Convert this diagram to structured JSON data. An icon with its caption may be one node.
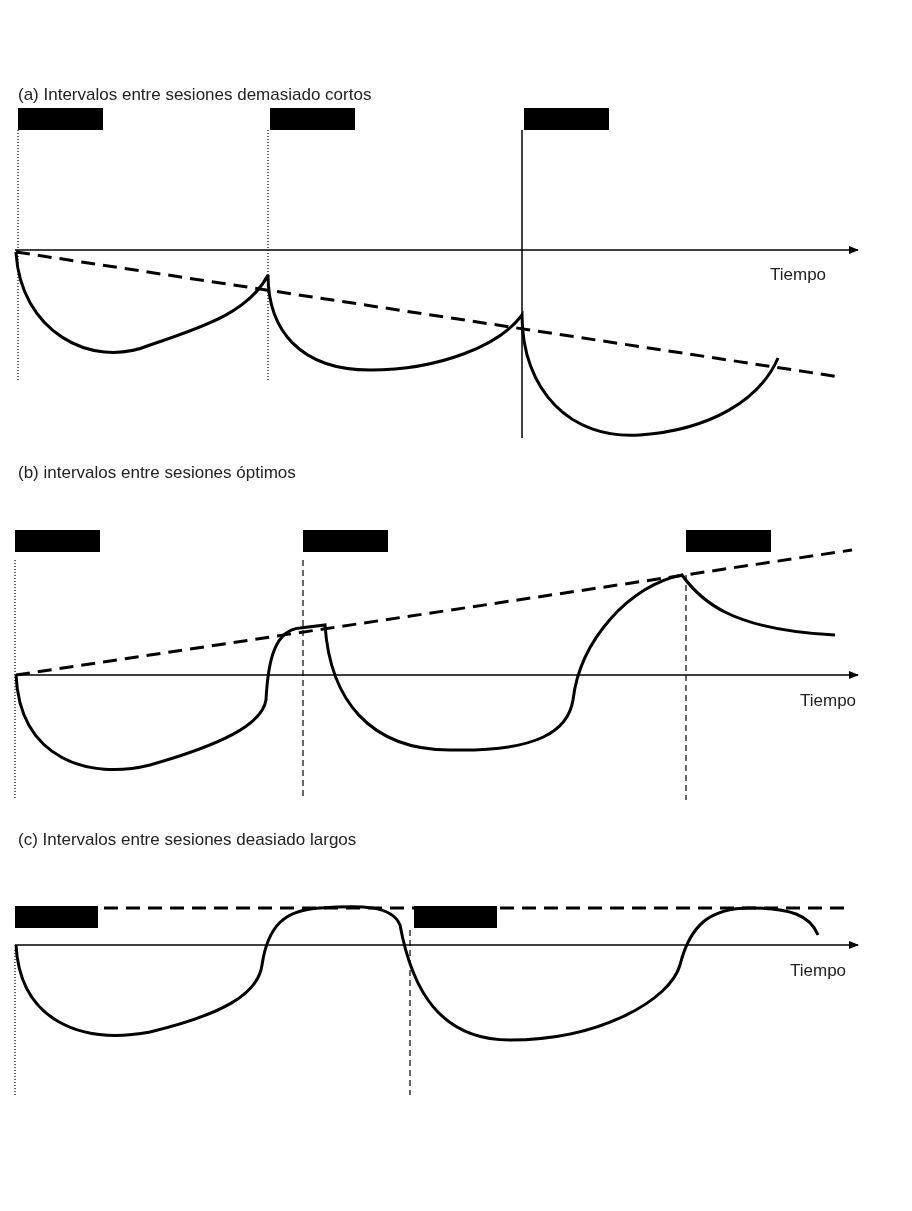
{
  "diagram": {
    "labels": [
      "(a) Intervalos entre sesiones demasiado cortos",
      "Tiempo",
      "(b) intervalos entre sesiones óptimos",
      "Tiempo",
      "(c) Intervalos entre sesiones deasiado largos",
      "Tiempo"
    ]
  }
}
